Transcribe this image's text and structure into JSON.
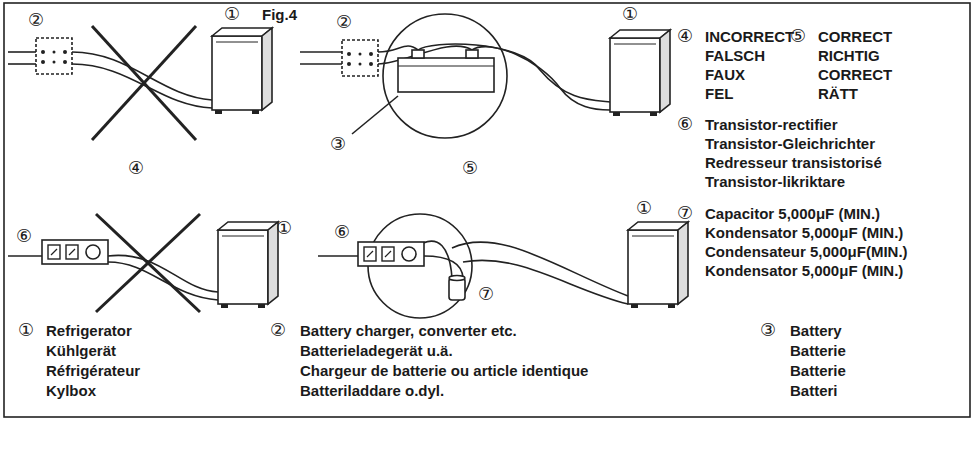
{
  "diagram": {
    "labels": [
      "②",
      "①",
      "Fig.4",
      "②",
      "①",
      "③",
      "④",
      "⑤",
      "⑥",
      "①",
      "⑥",
      "⑦",
      "①",
      "④",
      "INCORRECT",
      "FALSCH",
      "FAUX",
      "FEL",
      "⑤",
      "CORRECT",
      "RICHTIG",
      "CORRECT",
      "RÄTT",
      "⑥",
      "Transistor-rectifier",
      "Transistor-Gleichrichter",
      "Redresseur transistorisé",
      "Transistor-likriktare",
      "⑦",
      "Capacitor 5,000μF (MIN.)",
      "Kondensator 5,000μF (MIN.)",
      "Condensateur 5,000μF(MIN.)",
      "Kondensator 5,000μF (MIN.)",
      "①",
      "Refrigerator",
      "Kühlgerät",
      "Réfrigérateur",
      "Kylbox",
      "②",
      "Battery charger, converter etc.",
      "Batterieladegerät u.ä.",
      "Chargeur de batterie ou article identique",
      "Batteriladdare o.dyl.",
      "③",
      "Battery",
      "Batterie",
      "Batterie",
      "Batteri"
    ]
  }
}
